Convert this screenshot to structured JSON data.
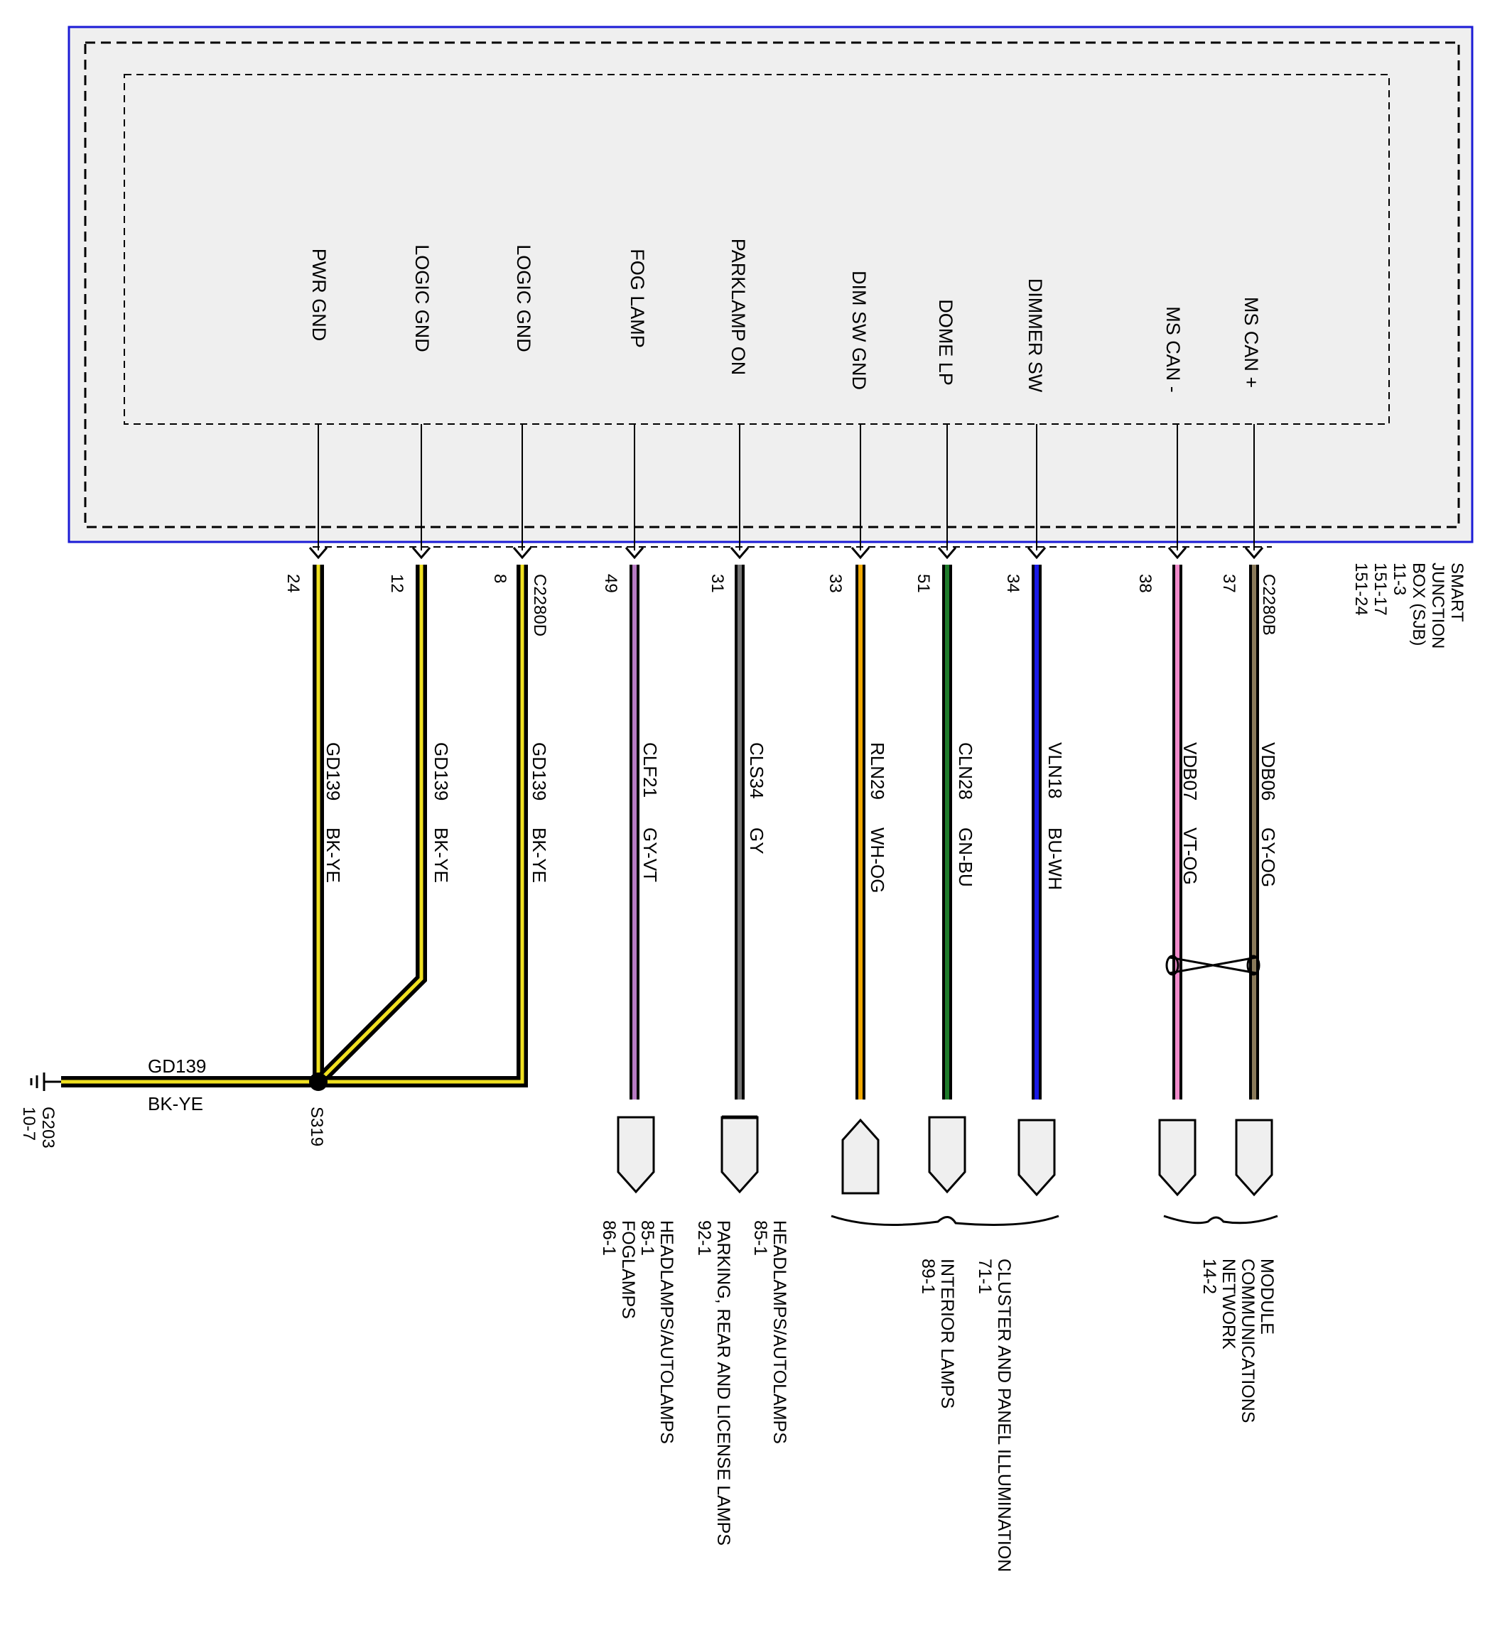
{
  "colors": {
    "frame": "#1b1bd6",
    "box_fill": "#efefef",
    "black": "#000000",
    "yellow": "#f0e020",
    "violet": "#b67ac2",
    "gray": "#747474",
    "orange": "#f0a800",
    "green": "#1e7a2a",
    "blue": "#1a1ae6",
    "pink": "#f08aca",
    "tan": "#8a7a5a",
    "white": "#ffffff"
  },
  "module": {
    "name": "SMART JUNCTION BOX (SJB)",
    "name_lines": [
      "SMART",
      "JUNCTION",
      "BOX (SJB)"
    ],
    "refs": [
      "11-3",
      "151-17",
      "151-24"
    ],
    "connector_left": "C2280D",
    "connector_right": "C2280B"
  },
  "signals": [
    {
      "id": "pwr-gnd",
      "label": "PWR GND",
      "pin": "24"
    },
    {
      "id": "logic-gnd-1",
      "label": "LOGIC GND",
      "pin": "12"
    },
    {
      "id": "logic-gnd-2",
      "label": "LOGIC GND",
      "pin": "8"
    },
    {
      "id": "fog-lamp",
      "label": "FOG LAMP",
      "pin": "49"
    },
    {
      "id": "parklamp-on",
      "label": "PARKLAMP ON",
      "pin": "31"
    },
    {
      "id": "dim-sw-gnd",
      "label": "DIM SW GND",
      "pin": "33"
    },
    {
      "id": "dome-lp",
      "label": "DOME LP",
      "pin": "51"
    },
    {
      "id": "dimmer-sw",
      "label": "DIMMER SW",
      "pin": "34"
    },
    {
      "id": "ms-can-minus",
      "label": "MS CAN -",
      "pin": "38"
    },
    {
      "id": "ms-can-plus",
      "label": "MS CAN +",
      "pin": "37"
    }
  ],
  "wires": [
    {
      "id": "pwr-gnd",
      "circuit": "GD139",
      "color_code": "BK-YE",
      "stripe": "yellow"
    },
    {
      "id": "logic-gnd-1",
      "circuit": "GD139",
      "color_code": "BK-YE",
      "stripe": "yellow"
    },
    {
      "id": "logic-gnd-2",
      "circuit": "GD139",
      "color_code": "BK-YE",
      "stripe": "yellow"
    },
    {
      "id": "fog-lamp",
      "circuit": "CLF21",
      "color_code": "GY-VT",
      "stripe": "violet"
    },
    {
      "id": "parklamp-on",
      "circuit": "CLS34",
      "color_code": "GY",
      "stripe": "gray"
    },
    {
      "id": "dim-sw-gnd",
      "circuit": "RLN29",
      "color_code": "WH-OG",
      "stripe": "orange"
    },
    {
      "id": "dome-lp",
      "circuit": "CLN28",
      "color_code": "GN-BU",
      "stripe": "green"
    },
    {
      "id": "dimmer-sw",
      "circuit": "VLN18",
      "color_code": "BU-WH",
      "stripe": "blue"
    },
    {
      "id": "ms-can-minus",
      "circuit": "VDB07",
      "color_code": "VT-OG",
      "stripe": "pink"
    },
    {
      "id": "ms-can-plus",
      "circuit": "VDB06",
      "color_code": "GY-OG",
      "stripe": "tan"
    }
  ],
  "ground": {
    "circuit": "GD139",
    "color_code": "BK-YE",
    "splice": "S319",
    "ground_point": "G203",
    "ground_ref": "10-7"
  },
  "destinations": [
    {
      "id": "fog",
      "lines": [
        "HEADLAMPS/AUTOLAMPS",
        "85-1",
        "FOGLAMPS",
        "86-1"
      ]
    },
    {
      "id": "park",
      "lines": [
        "HEADLAMPS/AUTOLAMPS",
        "85-1",
        "PARKING, REAR AND LICENSE LAMPS",
        "92-1"
      ]
    },
    {
      "id": "interior",
      "lines": [
        "CLUSTER AND PANEL ILLUMINATION",
        "71-1",
        "INTERIOR LAMPS",
        "89-1"
      ]
    },
    {
      "id": "network",
      "lines": [
        "MODULE",
        "COMMUNICATIONS",
        "NETWORK",
        "14-2"
      ]
    }
  ]
}
